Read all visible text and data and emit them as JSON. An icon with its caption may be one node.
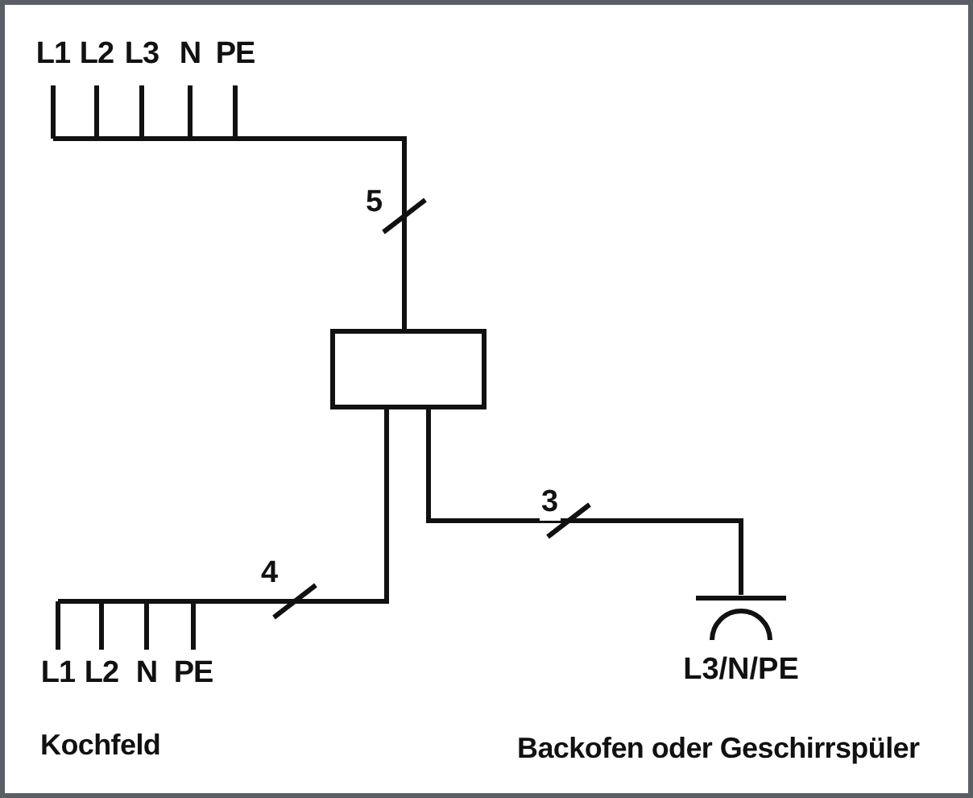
{
  "diagram": {
    "nodes": [
      {
        "text": [
          "L1",
          "L2",
          "L3",
          "N",
          "PE"
        ]
      },
      {
        "text": [],
        "shape": "box"
      },
      {
        "text": [
          "L1",
          "L2",
          "N",
          "PE"
        ],
        "beside": [
          "Kochfeld"
        ]
      },
      {
        "text": [
          "L3/N/PE"
        ],
        "beside": [
          "Backofen oder Geschirrspüler"
        ]
      }
    ],
    "edges": [
      {
        "from": 0,
        "to": 1,
        "arrow": "none",
        "label": "5"
      },
      {
        "from": 1,
        "to": 2,
        "arrow": "none",
        "label": "4"
      },
      {
        "from": 1,
        "to": 3,
        "arrow": "none",
        "label": "3"
      }
    ]
  }
}
